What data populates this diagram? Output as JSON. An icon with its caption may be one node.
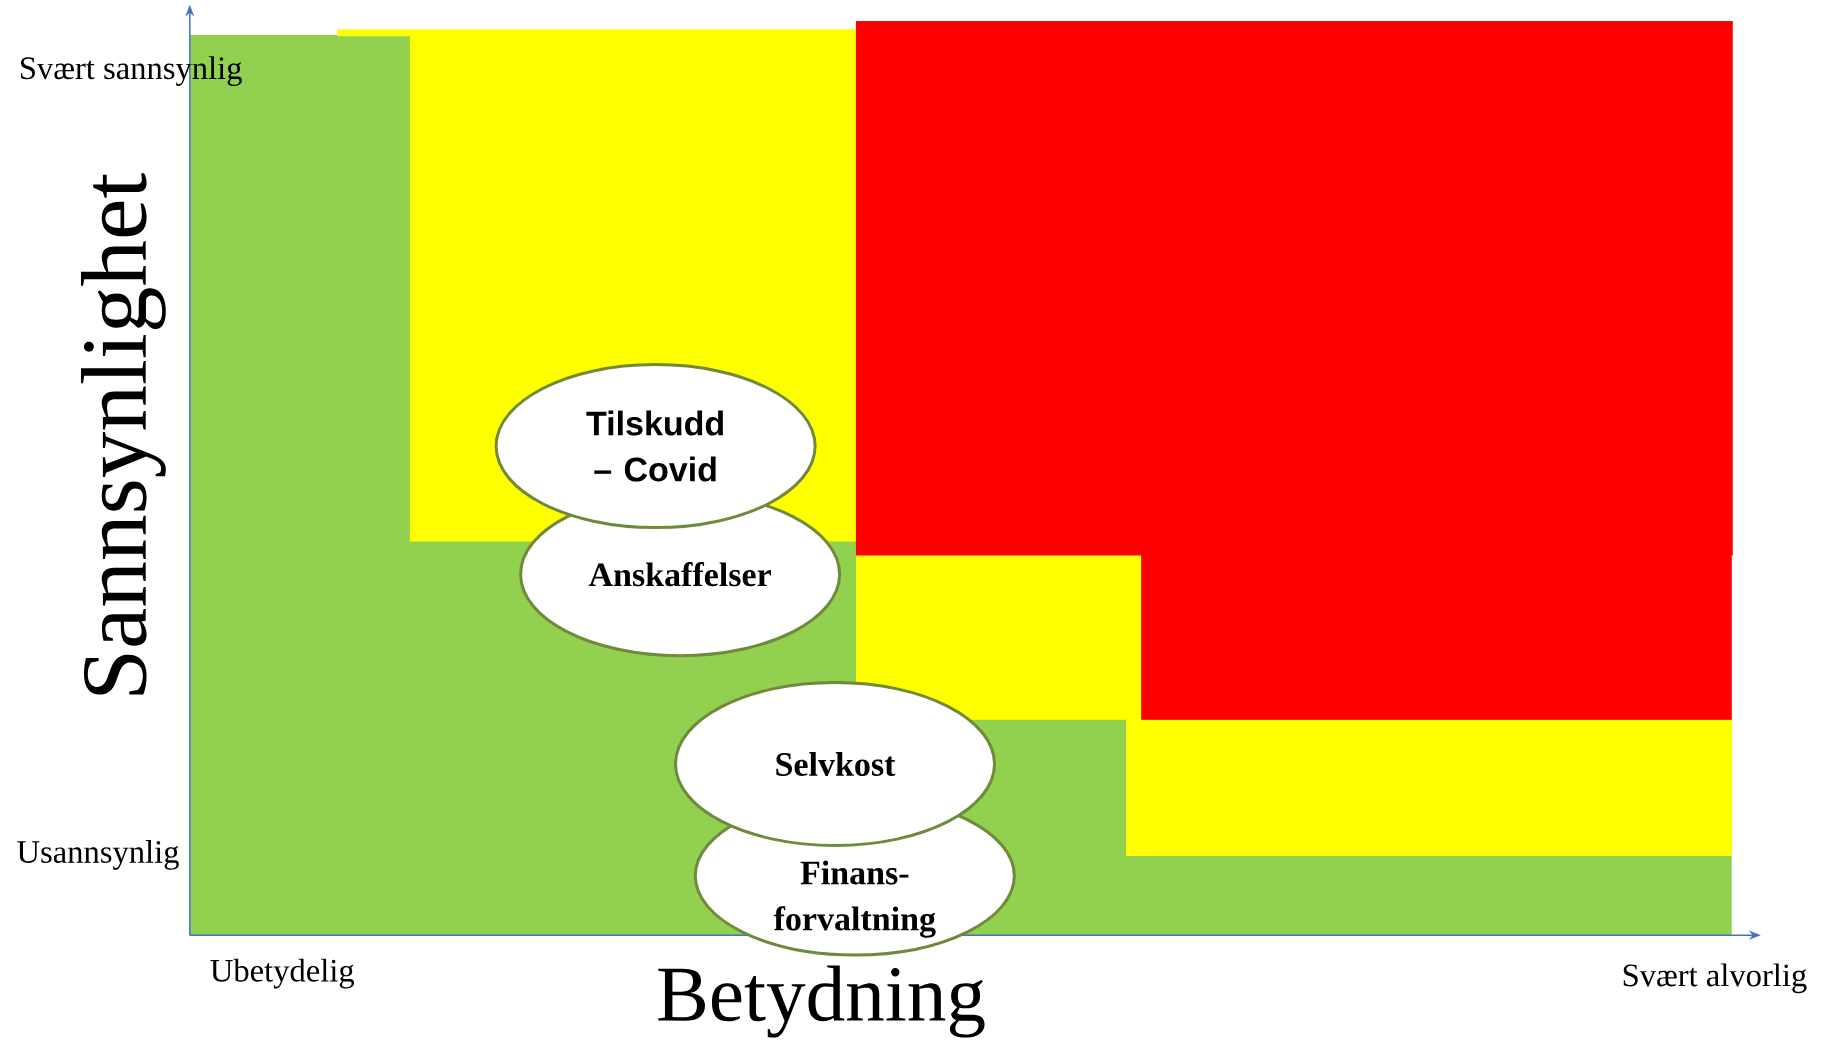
{
  "diagram": {
    "nodes": [
      {
        "text": [
          "Tilskudd – Covid"
        ]
      },
      {
        "text": [
          "Anskaffelser"
        ]
      },
      {
        "text": [
          "Selvkost"
        ]
      },
      {
        "text": [
          "Finans- forvaltning"
        ]
      }
    ],
    "labels": [
      "Svært sannsynlig",
      "Sannsynlighet",
      "Usannsynlig",
      "Ubetydelig",
      "Betydning",
      "Svært alvorlig"
    ]
  }
}
